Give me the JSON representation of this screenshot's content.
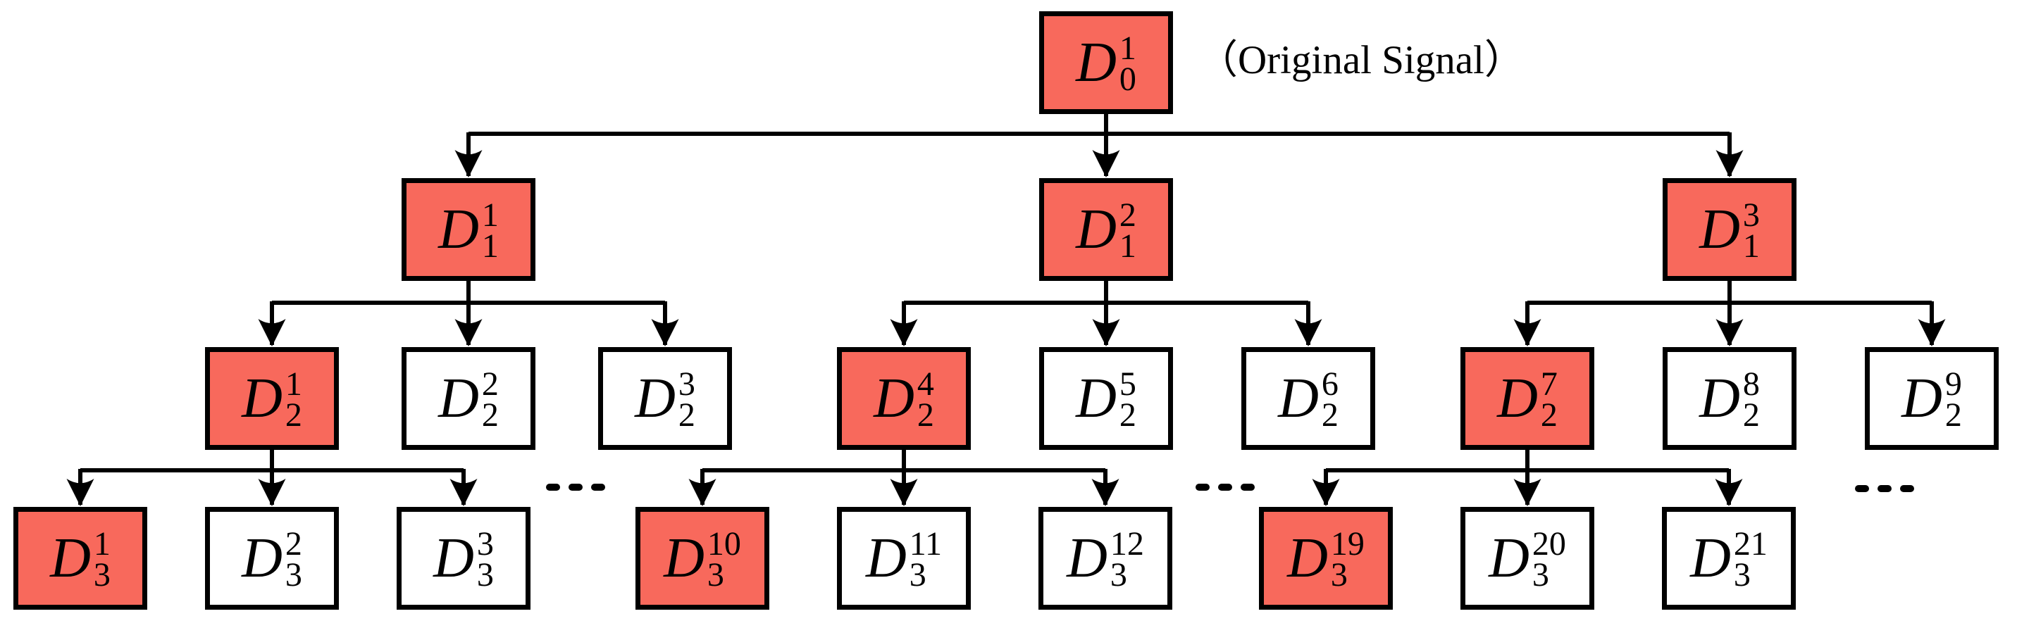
{
  "figure": {
    "title": "wavelet-packet-decomposition-tree",
    "annotation": "（Original Signal）"
  },
  "colors": {
    "highlight": "#F8695C",
    "node_border": "#000000",
    "background": "#FFFFFF"
  },
  "nodes": {
    "d0_1": {
      "base": "D",
      "sup": "1",
      "sub": "0",
      "highlighted": true
    },
    "d1_1": {
      "base": "D",
      "sup": "1",
      "sub": "1",
      "highlighted": true
    },
    "d1_2": {
      "base": "D",
      "sup": "2",
      "sub": "1",
      "highlighted": true
    },
    "d1_3": {
      "base": "D",
      "sup": "3",
      "sub": "1",
      "highlighted": true
    },
    "d2_1": {
      "base": "D",
      "sup": "1",
      "sub": "2",
      "highlighted": true
    },
    "d2_2": {
      "base": "D",
      "sup": "2",
      "sub": "2",
      "highlighted": false
    },
    "d2_3": {
      "base": "D",
      "sup": "3",
      "sub": "2",
      "highlighted": false
    },
    "d2_4": {
      "base": "D",
      "sup": "4",
      "sub": "2",
      "highlighted": true
    },
    "d2_5": {
      "base": "D",
      "sup": "5",
      "sub": "2",
      "highlighted": false
    },
    "d2_6": {
      "base": "D",
      "sup": "6",
      "sub": "2",
      "highlighted": false
    },
    "d2_7": {
      "base": "D",
      "sup": "7",
      "sub": "2",
      "highlighted": true
    },
    "d2_8": {
      "base": "D",
      "sup": "8",
      "sub": "2",
      "highlighted": false
    },
    "d2_9": {
      "base": "D",
      "sup": "9",
      "sub": "2",
      "highlighted": false
    },
    "d3_1": {
      "base": "D",
      "sup": "1",
      "sub": "3",
      "highlighted": true
    },
    "d3_2": {
      "base": "D",
      "sup": "2",
      "sub": "3",
      "highlighted": false
    },
    "d3_3": {
      "base": "D",
      "sup": "3",
      "sub": "3",
      "highlighted": false
    },
    "d3_10": {
      "base": "D",
      "sup": "10",
      "sub": "3",
      "highlighted": true
    },
    "d3_11": {
      "base": "D",
      "sup": "11",
      "sub": "3",
      "highlighted": false
    },
    "d3_12": {
      "base": "D",
      "sup": "12",
      "sub": "3",
      "highlighted": false
    },
    "d3_19": {
      "base": "D",
      "sup": "19",
      "sub": "3",
      "highlighted": true
    },
    "d3_20": {
      "base": "D",
      "sup": "20",
      "sub": "3",
      "highlighted": false
    },
    "d3_21": {
      "base": "D",
      "sup": "21",
      "sub": "3",
      "highlighted": false
    }
  }
}
